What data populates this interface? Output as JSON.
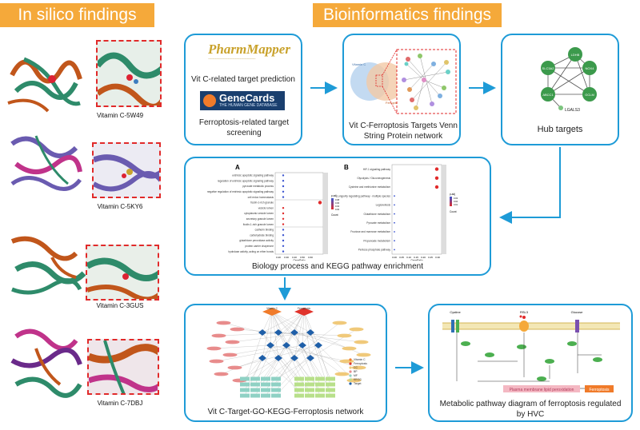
{
  "headers": {
    "left": "In silico findings",
    "right": "Bioinformatics findings"
  },
  "molecules": [
    {
      "label": "Vitamin C-5W49",
      "palette": [
        "#c1561b",
        "#2e8b6a",
        "#3c7dbf"
      ]
    },
    {
      "label": "Vitamin C-5KY6",
      "palette": [
        "#6a5bb0",
        "#c0338a",
        "#2e8b6a"
      ]
    },
    {
      "label": "Vitamin C-3GUS",
      "palette": [
        "#c1561b",
        "#2e8b6a",
        "#7b6bc4"
      ]
    },
    {
      "label": "Vitamin C-7DBJ",
      "palette": [
        "#c0338a",
        "#6a2a8a",
        "#2e8b6a"
      ]
    }
  ],
  "panel1": {
    "logo1": "PharmMapper",
    "logo1_sub": "~~~~~~~~~~~~~~~~~~~",
    "text1": "Vit C-related target prediction",
    "logo2": "GeneCards",
    "logo2_sub": "THE HUMAN GENE DATABASE",
    "text2": "Ferroptosis-related target screening"
  },
  "panel2": {
    "venn_a": "Vitamin C",
    "venn_b": "Ferroptosis",
    "caption": "Vit C-Ferroptosis Targets Venn String Protein network"
  },
  "panel3": {
    "nodes": [
      "LDHB",
      "SLC3A2",
      "NOX4",
      "GCLM",
      "ABCC1",
      "LGALS3"
    ],
    "caption": "Hub targets"
  },
  "panel4": {
    "label_a": "A",
    "label_b": "B",
    "go_terms": [
      "extrinsic apoptotic signaling pathway",
      "regulation of extrinsic apoptotic signaling pathway",
      "pyruvate metabolic process",
      "negative regulation of extrinsic apoptotic signaling pathway",
      "cell redox homeostasis",
      "ficolin-1-rich granule",
      "vesicle lumen",
      "cytoplasmic vesicle lumen",
      "secretory granule lumen",
      "ficolin-1-rich granule lumen",
      "cadherin binding",
      "carbohydrate binding",
      "glutathione peroxidase activity",
      "protein carrier chaperone",
      "hydrolase activity, acting on ether bonds"
    ],
    "kegg_terms": [
      "HIF-1 signaling pathway",
      "Glycolysis / Gluconeogenesis",
      "Cysteine and methionine metabolism",
      "Longevity regulating pathway - multiple species",
      "Legionellosis",
      "Glutathione metabolism",
      "Pyruvate metabolism",
      "Fructose and mannose metabolism",
      "Propanoate metabolism",
      "Pentose phosphate pathway"
    ],
    "xaxis": "GeneRatio",
    "go_ticks": [
      "0.20",
      "0.30",
      "0.40",
      "0.50",
      "0.60"
    ],
    "kegg_ticks": [
      "0.00",
      "0.05",
      "0.10",
      "0.15",
      "0.20",
      "0.25",
      "0.30"
    ],
    "legend_title": "p.adj",
    "legend_count": "Count",
    "go_legend_vals": [
      "0.08",
      "0.06",
      "0.04",
      "0.02"
    ],
    "kegg_legend_vals": [
      "0.03",
      "0.02",
      "0.01"
    ],
    "caption": "Biology process and KEGG pathway enrichment"
  },
  "panel5": {
    "top_a": "Vitamin C",
    "top_b": "Ferroptosis",
    "legend": [
      "Vitamin C",
      "Ferroptosis",
      "CC",
      "BP",
      "MF",
      "KEGG",
      "Target"
    ],
    "legend_colors": [
      "#f07b2a",
      "#e0332b",
      "#f0c97a",
      "#e88c8c",
      "#8fd1c4",
      "#b8e08a",
      "#1f5fa8"
    ],
    "caption": "Vit C-Target-GO-KEGG-Ferroptosis network"
  },
  "panel6": {
    "top_labels": [
      "Cystine",
      "RSL3",
      "Glucose"
    ],
    "membrane_label": "Plasma membrane lipid peroxidation",
    "end_label": "Ferroptosis",
    "caption": "Metabolic pathway diagram of ferroptosis regulated by HVC"
  }
}
